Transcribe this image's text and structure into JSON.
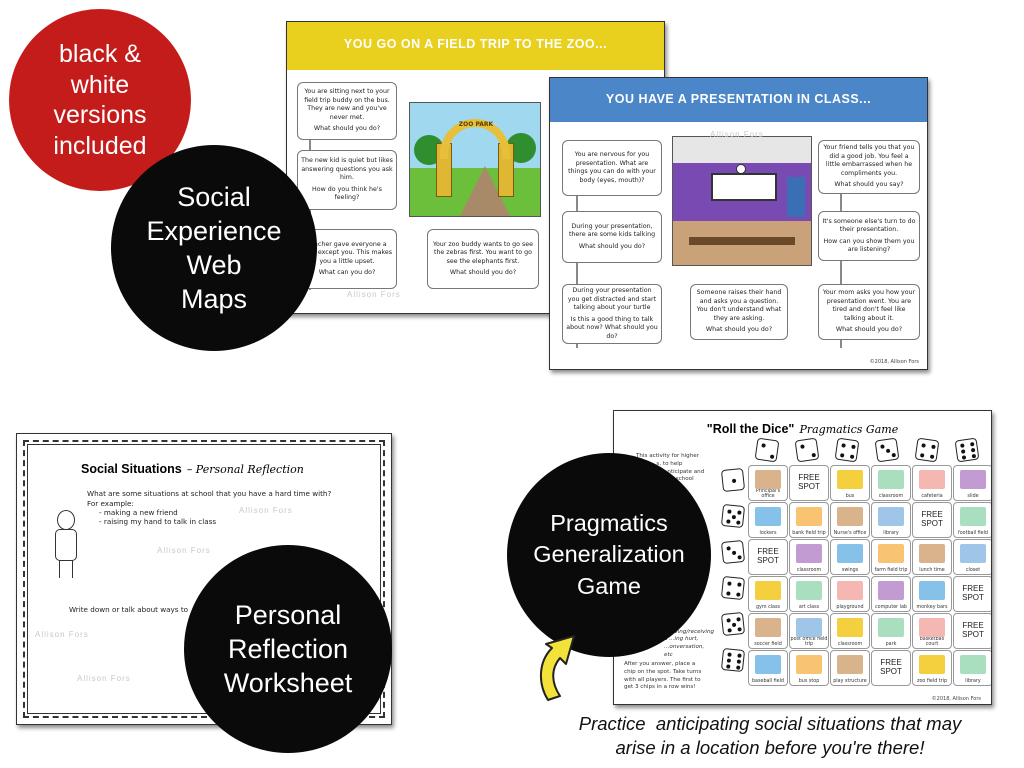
{
  "badges": {
    "bw": {
      "lines": [
        "black &",
        "white",
        "versions",
        "included"
      ],
      "color": "#c41b1b"
    },
    "web": {
      "lines": [
        "Social",
        "Experience",
        "Web",
        "Maps"
      ]
    },
    "reflection": {
      "lines": [
        "Personal",
        "Reflection",
        "Worksheet"
      ]
    },
    "pragmatics": {
      "lines": [
        "Pragmatics",
        "Generalization",
        "Game"
      ]
    }
  },
  "zoo_sheet": {
    "title": "YOU GO ON A FIELD TRIP TO THE ZOO...",
    "banner_color": "#e9cf1e",
    "sign": "ZOO PARK",
    "boxes": [
      {
        "text": "You are sitting next to your field trip buddy on the bus. They are new and you've never met.",
        "question": "What should you do?"
      },
      {
        "text": "The new kid is quiet but likes answering questions you ask him.",
        "question": "How do you think he's feeling?"
      },
      {
        "text": "Teacher gave everyone a map except you. This makes you a little upset.",
        "question": "What can you do?"
      },
      {
        "text": "Your zoo buddy wants to go see the zebras first. You want to go see the elephants first.",
        "question": "What should you do?"
      }
    ],
    "watermark": "Allison Fors"
  },
  "class_sheet": {
    "title": "YOU HAVE A PRESENTATION IN CLASS...",
    "banner_color": "#4a86c8",
    "boxes": [
      {
        "text": "You are nervous for you presentation. What are things you can do with your body (eyes, mouth)?",
        "question": ""
      },
      {
        "text": "During your presentation, there are some kids talking",
        "question": "What should you do?"
      },
      {
        "text": "During your presentation you get distracted and start talking about your turtle",
        "question": "Is this a good thing to talk about now? What should you do?"
      },
      {
        "text": "Someone raises their hand and asks you a question. You don't understand what they are asking.",
        "question": "What should you do?"
      },
      {
        "text": "Your friend tells you that you did a good job. You feel a little embarrassed when he compliments you.",
        "question": "What should you say?"
      },
      {
        "text": "It's someone else's turn to do their presentation.",
        "question": "How can you show them you are listening?"
      },
      {
        "text": "Your mom asks you how your presentation went. You are tired and don't feel like talking about it.",
        "question": "What should you do?"
      }
    ],
    "copyright": "©2018, Allison Fors",
    "watermark": "Allison Fors"
  },
  "reflection_sheet": {
    "title": "Social Situations",
    "subtitle": "– Personal Reflection",
    "question": "What are some situations at school that you have a hard time with?",
    "example_label": "For example:",
    "examples": [
      "- making a new friend",
      "- raising my hand to talk in class"
    ],
    "prompt": "Write down or talk about ways to",
    "watermark": "Allison Fors"
  },
  "game_sheet": {
    "title": "\"Roll the Dice\"",
    "title_script": "Pragmatics Game",
    "instructions_top": "This activity for higher level ...s, to help students ...nticipate and ...situations ...school",
    "instructions_mid": "...eeting, ...iend, ...giving/receiving a ...ing hurt, ...onversation, etc",
    "instructions_bottom": "After you answer, place a chip on the spot. Take turns with all players. The first to get 3 chips in a row wins!",
    "copyright": "©2018, Allison Fors",
    "header_dice": [
      2,
      2,
      4,
      3,
      4,
      6
    ],
    "row_dice": [
      1,
      5,
      3,
      4,
      5,
      6
    ],
    "free_label": "FREE SPOT",
    "rows": [
      [
        "Principal's office",
        "FREE SPOT",
        "bus",
        "classroom",
        "cafeteria",
        "slide"
      ],
      [
        "lockers",
        "bank field trip",
        "Nurse's office",
        "library",
        "FREE SPOT",
        "football field"
      ],
      [
        "FREE SPOT",
        "classroom",
        "swings",
        "farm field trip",
        "lunch time",
        "closet"
      ],
      [
        "gym class",
        "art class",
        "playground",
        "computer lab",
        "monkey bars",
        "FREE SPOT"
      ],
      [
        "soccer field",
        "post office field trip",
        "classroom",
        "park",
        "basketball court",
        "FREE SPOT"
      ],
      [
        "baseball field",
        "bus stop",
        "play structure",
        "FREE SPOT",
        "zoo field trip",
        "library"
      ]
    ]
  },
  "caption": {
    "line1": "Practice  anticipating social situations that may",
    "line2": "arise in a location before you're there!"
  }
}
